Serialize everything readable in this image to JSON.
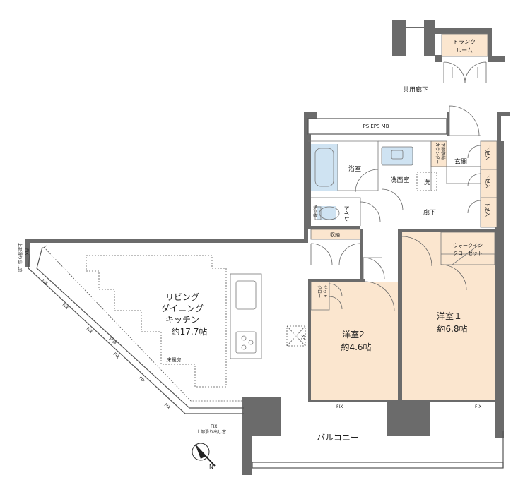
{
  "labels": {
    "trunk_room_1": "トランク",
    "trunk_room_2": "ルーム",
    "common_corridor": "共用廊下",
    "ps_eps_mb": "PS  EPS  MB",
    "bathroom": "浴室",
    "washroom": "洗面室",
    "washer": "洗",
    "counter_storage_1": "カウンター",
    "counter_storage_2": "下部収納",
    "entrance": "玄関",
    "shoe_1": "下足入",
    "shoe_2": "下足入",
    "shoe_3": "下足入",
    "toilet": "トイレ",
    "toilet_shelf": "吊戸棚",
    "hallway": "廊下",
    "storage": "収納",
    "wic_1": "ウォークイン",
    "wic_2": "クローゼット",
    "closet_1": "クロー",
    "closet_2": "ゼット",
    "ldk_1": "リビング",
    "ldk_2": "ダイニング",
    "ldk_3": "キッチン",
    "ldk_area": "約17.7帖",
    "floor_heating": "床暖房",
    "fridge": "冷",
    "bedroom2_name": "洋室2",
    "bedroom2_area": "約4.6帖",
    "bedroom1_name": "洋室１",
    "bedroom1_area": "約6.8帖",
    "balcony": "バルコニー",
    "fix": "FIX",
    "fix_label_a": "FIX",
    "fix_label_b": "FIX",
    "fix_label_c": "FIX",
    "fix_label_d": "FIX",
    "fix_label_e": "FIX",
    "fix_label_f": "FIX",
    "fix_label_g": "FIX",
    "fix_label_h": "FIX",
    "fix_label_i": "FIX",
    "window_top": "上部滑り出し窓",
    "window_side": "上部滑り出し窓",
    "glass_note": "戸袋",
    "north_mark": "N"
  },
  "colors": {
    "wall": "#6b6b6b",
    "room_floor": "#fbe6cf",
    "wet_floor": "#cfe3f2"
  }
}
